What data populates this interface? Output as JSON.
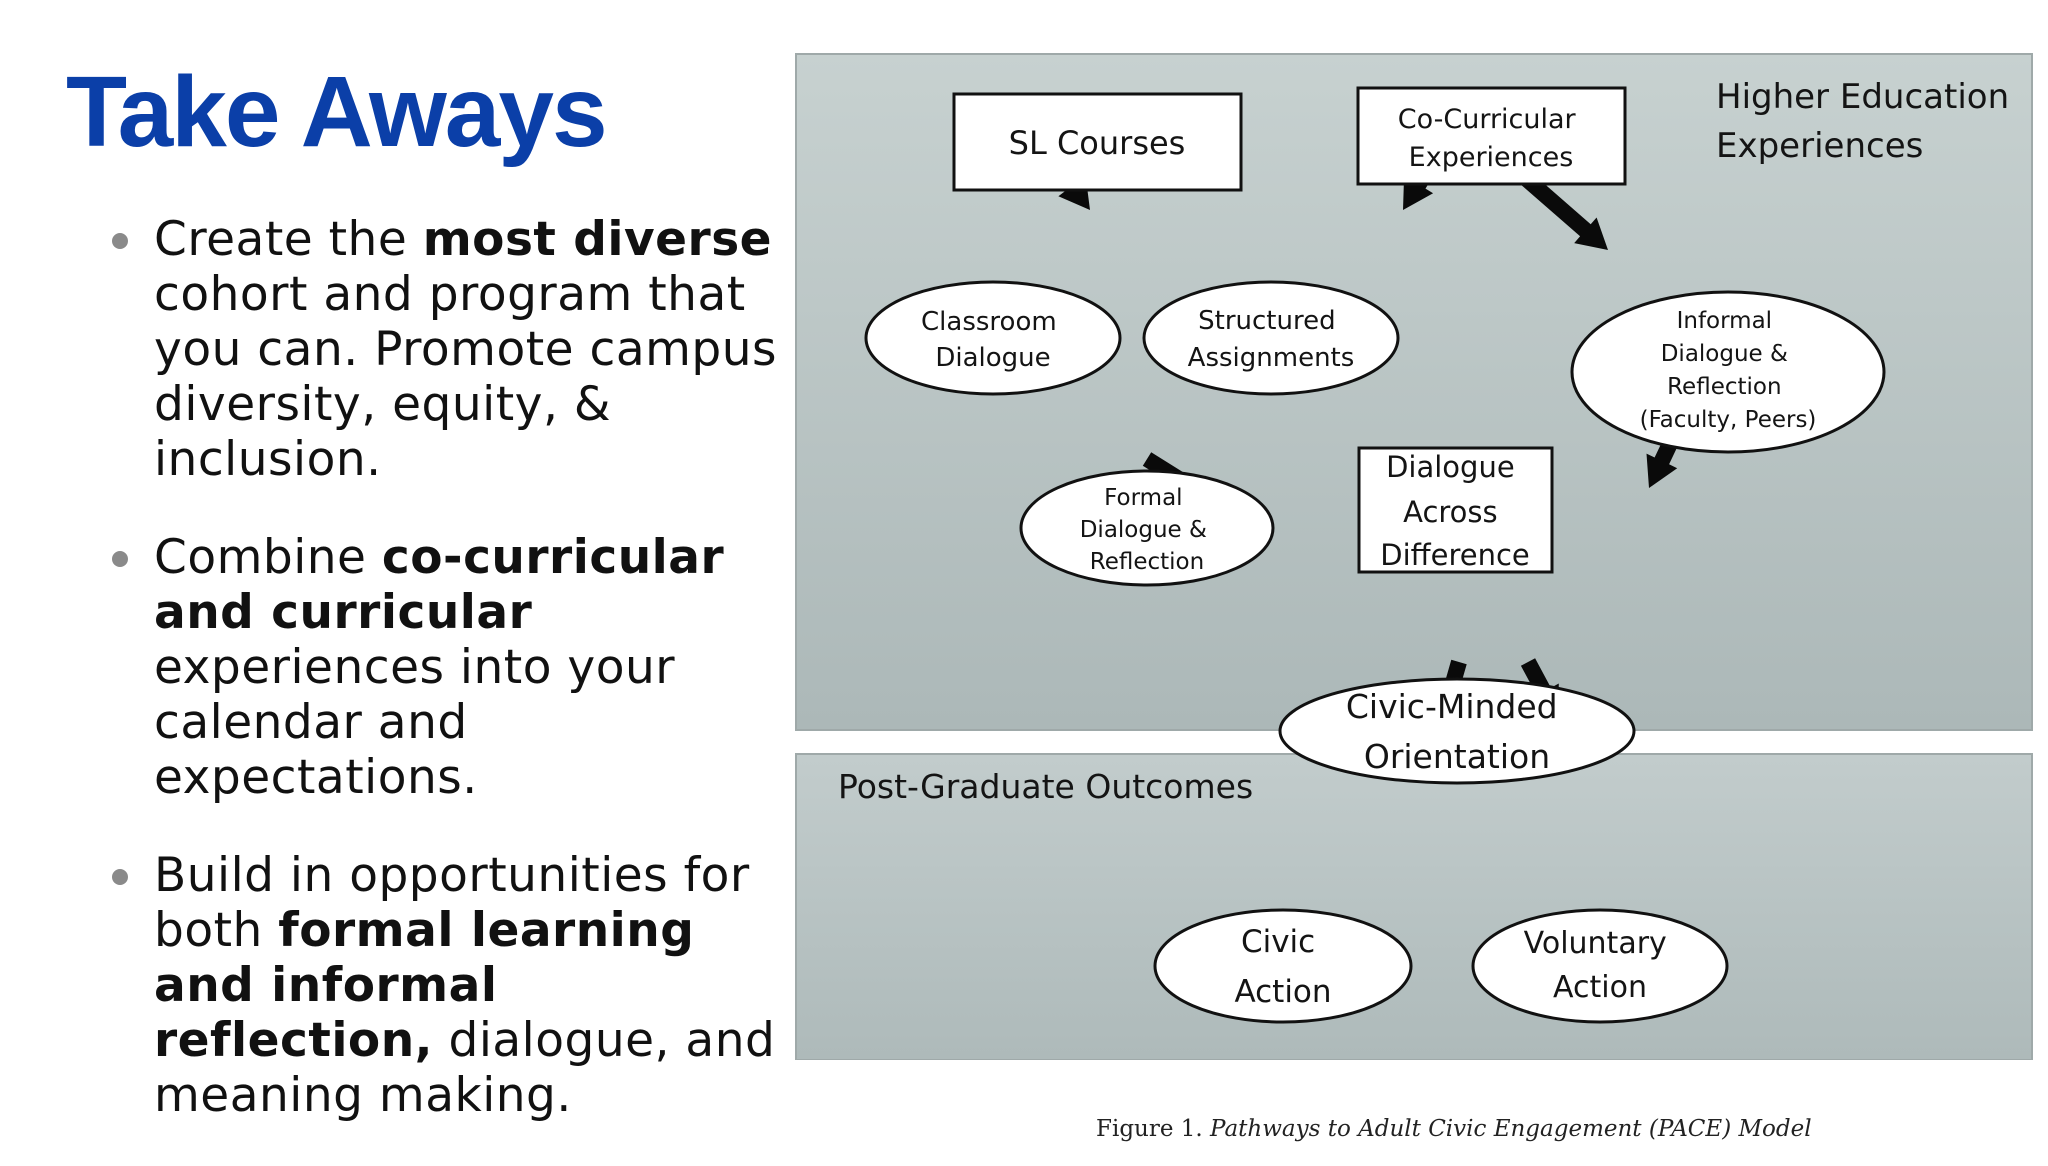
{
  "slide": {
    "title": "Take Aways",
    "bullets": [
      {
        "parts": [
          {
            "text": "Create the ",
            "bold": false
          },
          {
            "text": "most diverse",
            "bold": true
          },
          {
            "text": " cohort and program that you can. Promote campus diversity, equity, & inclusion.",
            "bold": false
          }
        ]
      },
      {
        "parts": [
          {
            "text": "Combine ",
            "bold": false
          },
          {
            "text": "co-curricular and curricular",
            "bold": true
          },
          {
            "text": " experiences into your calendar and expectations.",
            "bold": false
          }
        ]
      },
      {
        "parts": [
          {
            "text": "Build in opportunities for both ",
            "bold": false
          },
          {
            "text": "formal learning and informal reflection,",
            "bold": true
          },
          {
            "text": " dialogue, and meaning making.",
            "bold": false
          }
        ]
      }
    ]
  },
  "diagram": {
    "sections": {
      "higher_ed": [
        "Higher Education",
        "Experiences"
      ],
      "post_grad": "Post-Graduate Outcomes"
    },
    "nodes": {
      "sl_courses": [
        "SL Courses"
      ],
      "co_curricular": [
        "Co-Curricular",
        "Experiences"
      ],
      "classroom_dialogue": [
        "Classroom",
        "Dialogue"
      ],
      "structured_assignments": [
        "Structured",
        "Assignments"
      ],
      "informal_dialogue": [
        "Informal",
        "Dialogue &",
        "Reflection",
        "(Faculty, Peers)"
      ],
      "formal_dialogue": [
        "Formal",
        "Dialogue &",
        "Reflection"
      ],
      "dialogue_across": [
        "Dialogue",
        "Across",
        "Difference"
      ],
      "civic_minded": [
        "Civic-Minded",
        "Orientation"
      ],
      "civic_action": [
        "Civic",
        "Action"
      ],
      "voluntary_action": [
        "Voluntary",
        "Action"
      ]
    },
    "caption": {
      "label": "Figure 1.",
      "text": "Pathways to Adult Civic Engagement (PACE) Model"
    }
  },
  "colors": {
    "title": "#0b3fa8",
    "panel": "#b9c4c4",
    "arrow": "#0a0a0a"
  }
}
